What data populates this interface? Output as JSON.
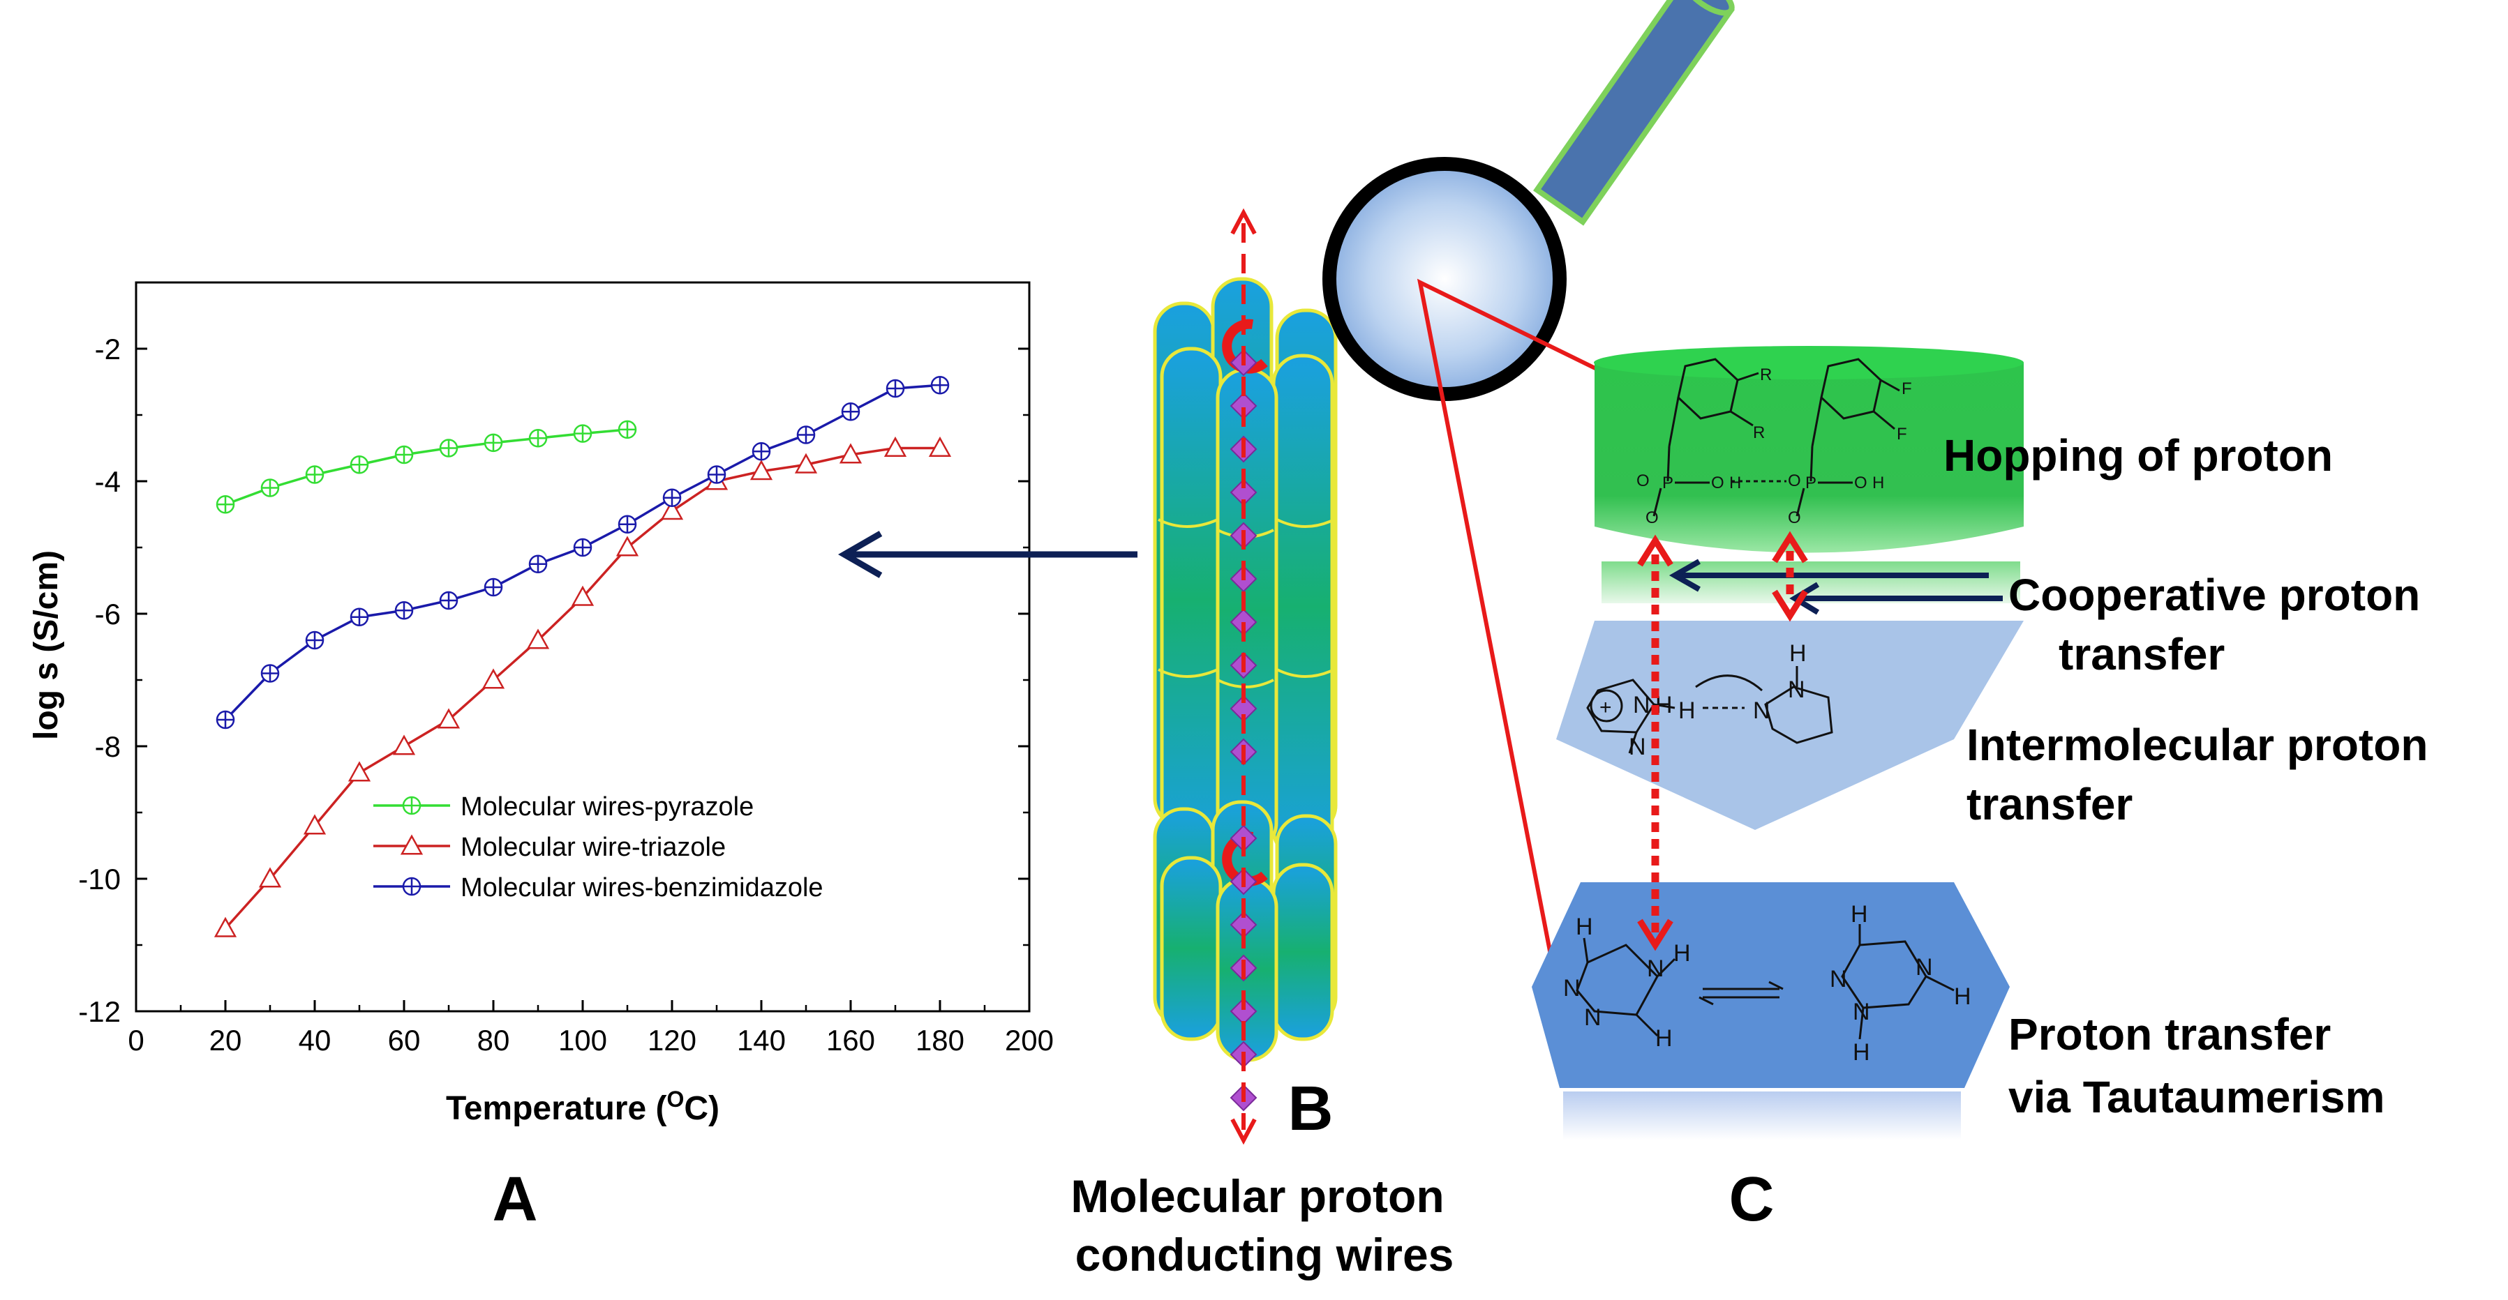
{
  "panel_labels": {
    "a": "A",
    "b": "B",
    "c": "C"
  },
  "captions": {
    "wires_line1": "Molecular proton",
    "wires_line2": "conducting wires"
  },
  "mechanisms": {
    "hopping": "Hopping of proton",
    "cooperative_1": "Cooperative proton",
    "cooperative_2": "transfer",
    "intermolecular_1": "Intermolecular proton",
    "intermolecular_2": "transfer",
    "tautomer_1": "Proton transfer",
    "tautomer_2": "via Tautaumerism"
  },
  "chem_labels": {
    "p": "P",
    "o": "O",
    "h": "H",
    "n": "N",
    "r": "R",
    "f": "F",
    "plus": "+"
  },
  "colors": {
    "pyrazole": "#33dd33",
    "triazole": "#cc2222",
    "benzimidazole": "#1a1aaa",
    "arrow_red": "#e81a1a",
    "arrow_navy": "#0d2055",
    "cylinder": "#1aa0e0",
    "hex_light": "#a9c4e8",
    "hex_dark": "#5b8fd6",
    "resin_green": "#2fc04a"
  },
  "chart_data": {
    "type": "line",
    "xlabel": "Temperature (OC)",
    "xlabel_main": "Temperature (",
    "xlabel_sup": "O",
    "xlabel_end": "C)",
    "ylabel": "log s (S/cm)",
    "xlim": [
      0,
      200
    ],
    "ylim": [
      -12,
      -1
    ],
    "xticks": [
      0,
      20,
      40,
      60,
      80,
      100,
      120,
      140,
      160,
      180,
      200
    ],
    "yticks": [
      -12,
      -10,
      -8,
      -6,
      -4,
      -2
    ],
    "grid": false,
    "legend_position": "lower-center",
    "series": [
      {
        "name": "Molecular wires-pyrazole",
        "marker": "circle-plus",
        "color": "#33dd33",
        "x": [
          20,
          30,
          40,
          50,
          60,
          70,
          80,
          90,
          100,
          110
        ],
        "y": [
          -4.35,
          -4.1,
          -3.9,
          -3.75,
          -3.6,
          -3.5,
          -3.42,
          -3.35,
          -3.28,
          -3.22
        ]
      },
      {
        "name": "Molecular wire-triazole",
        "marker": "triangle",
        "color": "#cc2222",
        "x": [
          20,
          30,
          40,
          50,
          60,
          70,
          80,
          90,
          100,
          110,
          120,
          130,
          140,
          150,
          160,
          170,
          180
        ],
        "y": [
          -10.75,
          -10.0,
          -9.2,
          -8.4,
          -8.0,
          -7.6,
          -7.0,
          -6.4,
          -5.75,
          -5.0,
          -4.45,
          -4.0,
          -3.85,
          -3.75,
          -3.6,
          -3.5,
          -3.5
        ]
      },
      {
        "name": "Molecular wires-benzimidazole",
        "marker": "circle-plus",
        "color": "#1a1aaa",
        "x": [
          20,
          30,
          40,
          50,
          60,
          70,
          80,
          90,
          100,
          110,
          120,
          130,
          140,
          150,
          160,
          170,
          180
        ],
        "y": [
          -7.6,
          -6.9,
          -6.4,
          -6.05,
          -5.95,
          -5.8,
          -5.6,
          -5.25,
          -5.0,
          -4.65,
          -4.25,
          -3.9,
          -3.55,
          -3.3,
          -2.95,
          -2.6,
          -2.55
        ]
      }
    ]
  }
}
